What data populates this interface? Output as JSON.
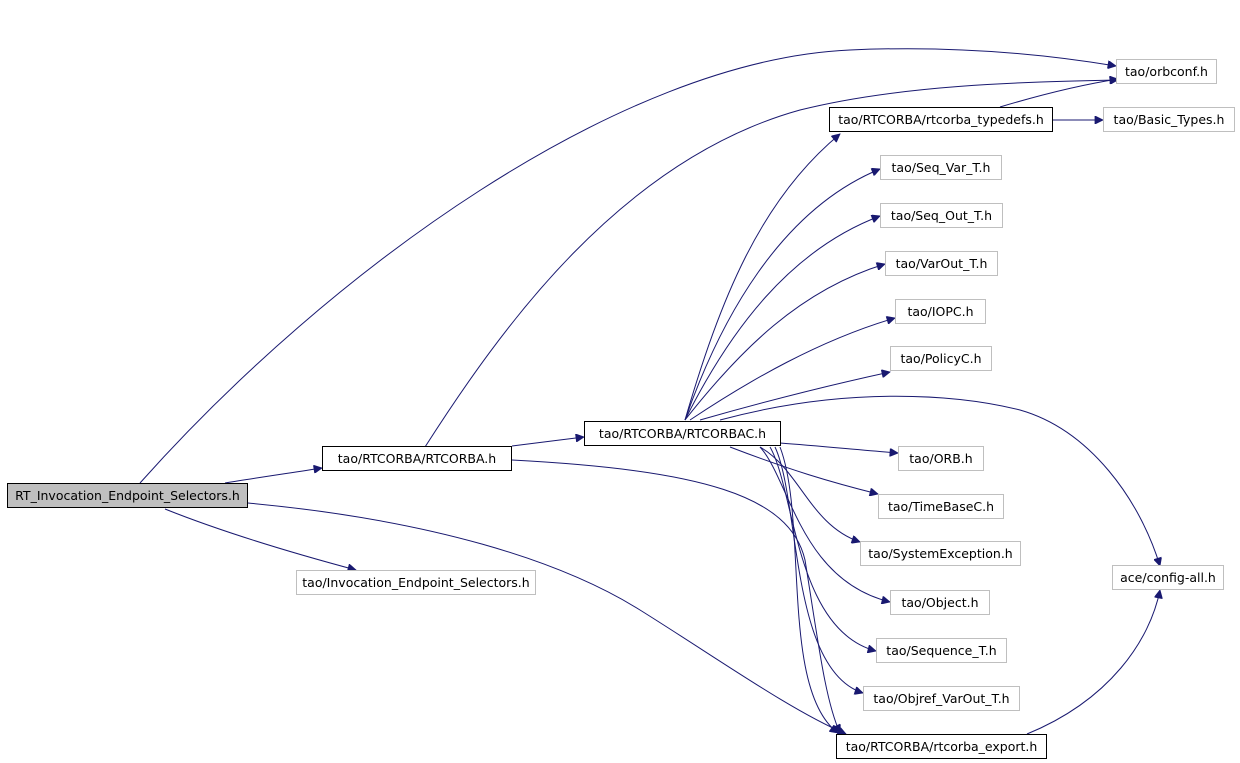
{
  "colors": {
    "edge": "#191970",
    "root_fill": "#bfbfbf",
    "node_border": "#bfbfbf",
    "node_border_dark": "#000000"
  },
  "nodes": {
    "root": "RT_Invocation_Endpoint_Selectors.h",
    "rtcorba": "tao/RTCORBA/RTCORBA.h",
    "invocation_endpoint_selectors": "tao/Invocation_Endpoint_Selectors.h",
    "rtcorbac": "tao/RTCORBA/RTCORBAC.h",
    "orbconf": "tao/orbconf.h",
    "rtcorba_typedefs": "tao/RTCORBA/rtcorba_typedefs.h",
    "basic_types": "tao/Basic_Types.h",
    "seq_var_t": "tao/Seq_Var_T.h",
    "seq_out_t": "tao/Seq_Out_T.h",
    "varout_t": "tao/VarOut_T.h",
    "iopc": "tao/IOPC.h",
    "policyc": "tao/PolicyC.h",
    "orb": "tao/ORB.h",
    "timebasec": "tao/TimeBaseC.h",
    "systemexception": "tao/SystemException.h",
    "object": "tao/Object.h",
    "sequence_t": "tao/Sequence_T.h",
    "objref_varout_t": "tao/Objref_VarOut_T.h",
    "rtcorba_export": "tao/RTCORBA/rtcorba_export.h",
    "config_all": "ace/config-all.h"
  }
}
